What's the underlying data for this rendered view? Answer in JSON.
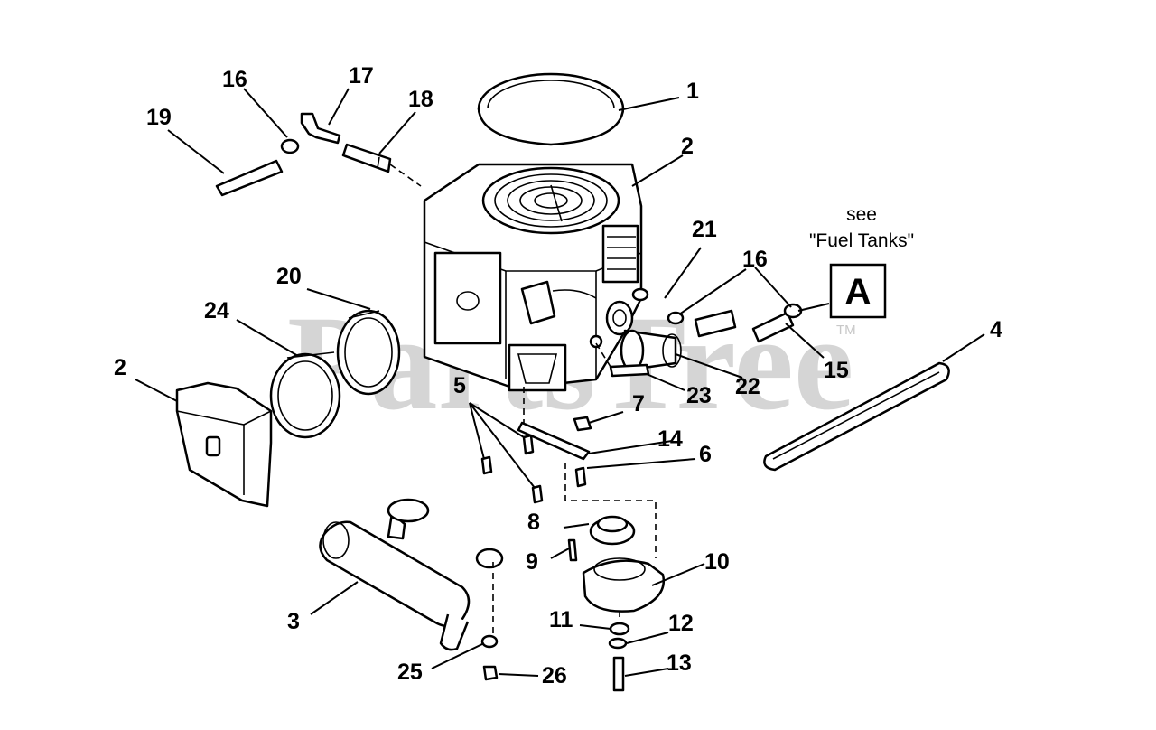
{
  "watermark": {
    "text": "PartsTree",
    "trademark": "TM"
  },
  "reference": {
    "note_line1": "see",
    "note_line2": "\"Fuel Tanks\"",
    "box_label": "A"
  },
  "callouts": {
    "c1": "1",
    "c2a": "2",
    "c2b": "2",
    "c3": "3",
    "c4": "4",
    "c5": "5",
    "c6": "6",
    "c7": "7",
    "c8": "8",
    "c9": "9",
    "c10": "10",
    "c11": "11",
    "c12": "12",
    "c13": "13",
    "c14": "14",
    "c15": "15",
    "c16a": "16",
    "c16b": "16",
    "c17": "17",
    "c18": "18",
    "c19": "19",
    "c20": "20",
    "c21": "21",
    "c22": "22",
    "c23": "23",
    "c24": "24",
    "c25": "25",
    "c26": "26"
  }
}
